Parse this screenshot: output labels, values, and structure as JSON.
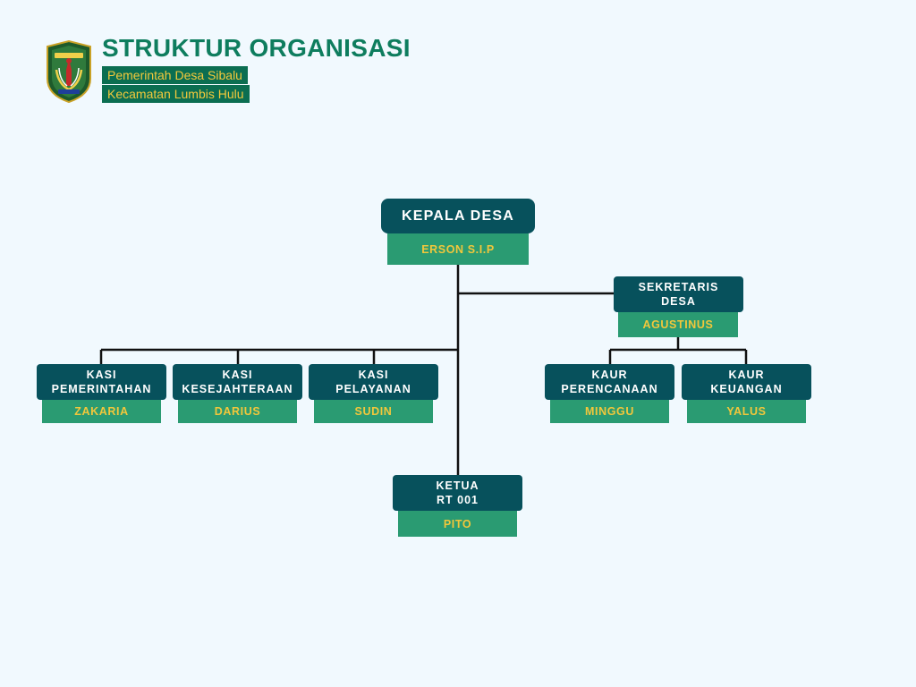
{
  "header": {
    "title": "STRUKTUR ORGANISASI",
    "subtitle_line1": "Pemerintah Desa Sibalu",
    "subtitle_line2": "Kecamatan Lumbis Hulu"
  },
  "colors": {
    "background": "#f1f9fe",
    "title_green": "#0e7d5e",
    "position_box": "#07515c",
    "name_box": "#2a9b72",
    "name_text": "#f2c73b"
  },
  "org": {
    "kepala_desa": {
      "position": "KEPALA DESA",
      "name": "ERSON S.I.P"
    },
    "sekretaris": {
      "position": "SEKRETARIS\nDESA",
      "name": "AGUSTINUS"
    },
    "kasi_pemerintahan": {
      "position": "KASI\nPEMERINTAHAN",
      "name": "ZAKARIA"
    },
    "kasi_kesejahteraan": {
      "position": "KASI\nKESEJAHTERAAN",
      "name": "DARIUS"
    },
    "kasi_pelayanan": {
      "position": "KASI\nPELAYANAN",
      "name": "SUDIN"
    },
    "kaur_perencanaan": {
      "position": "KAUR\nPERENCANAAN",
      "name": "MINGGU"
    },
    "kaur_keuangan": {
      "position": "KAUR\nKEUANGAN",
      "name": "YALUS"
    },
    "ketua_rt": {
      "position": "KETUA\nRT 001",
      "name": "PITO"
    }
  }
}
